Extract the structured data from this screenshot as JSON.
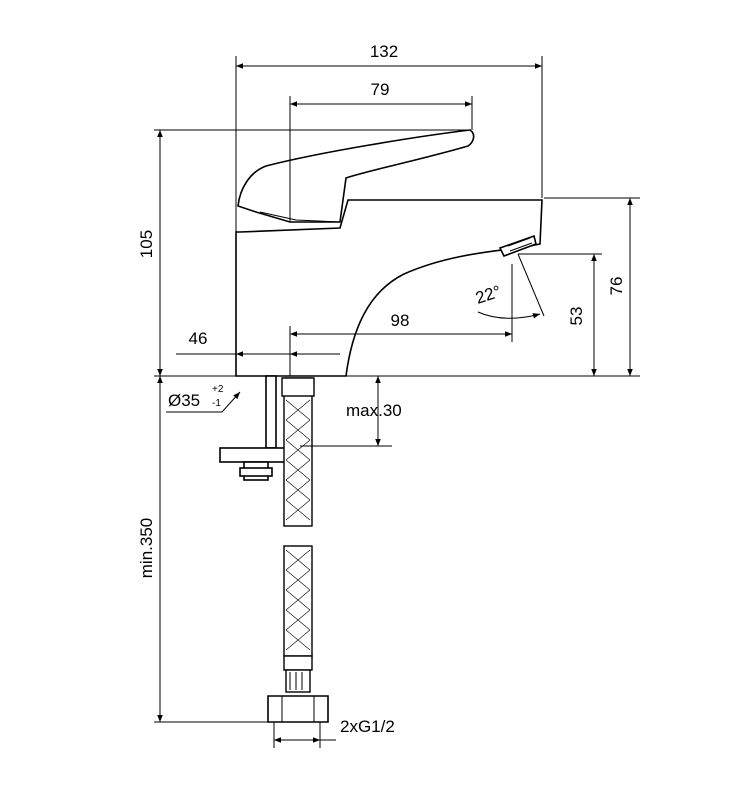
{
  "drawing": {
    "dimensions": {
      "overall_depth": "132",
      "lever_reach": "79",
      "total_height": "105",
      "spout_height": "76",
      "outlet_clearance": "53",
      "spout_reach": "98",
      "base_offset": "46",
      "flow_angle": "22°",
      "hole_diameter": "Ø35",
      "hole_tol_upper": "+2",
      "hole_tol_lower": "-1",
      "max_deck_thickness": "max.30",
      "hose_length": "min.350",
      "connection": "2xG1/2"
    }
  }
}
